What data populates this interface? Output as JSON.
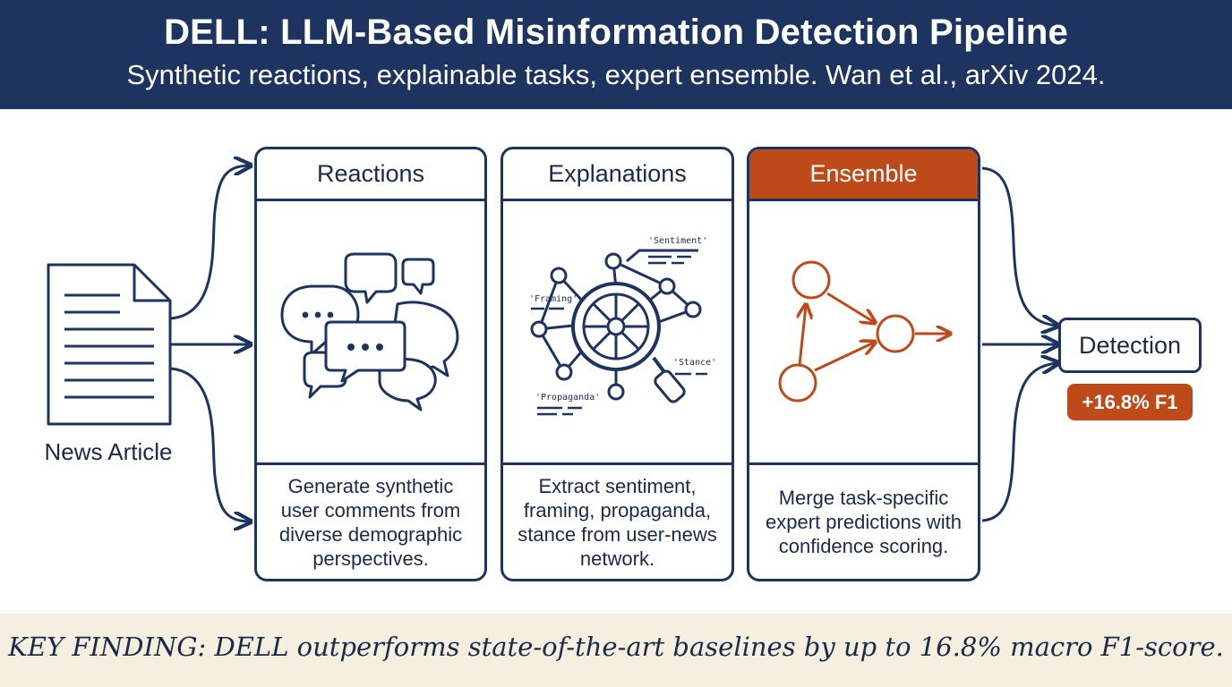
{
  "header": {
    "title": "DELL: LLM-Based Misinformation Detection Pipeline",
    "subtitle": "Synthetic reactions, explainable tasks, expert ensemble. Wan et al., arXiv 2024."
  },
  "input": {
    "label": "News Article"
  },
  "stages": [
    {
      "title": "Reactions",
      "description": "Generate synthetic user comments from diverse demographic perspectives."
    },
    {
      "title": "Explanations",
      "description": "Extract sentiment, framing, propaganda, stance from user-news network."
    },
    {
      "title": "Ensemble",
      "description": "Merge task-specific expert predictions with confidence scoring."
    }
  ],
  "explanation_tags": {
    "sentiment": "'Sentiment'",
    "framing": "'Framing'",
    "stance": "'Stance'",
    "propaganda": "'Propaganda'"
  },
  "output": {
    "label": "Detection",
    "badge": "+16.8% F1"
  },
  "footer": {
    "finding": "KEY FINDING: DELL outperforms state-of-the-art baselines by up to 16.8% macro F1-score."
  },
  "colors": {
    "navy": "#1d3461",
    "accent": "#bf4a19",
    "footer_bg": "#f5efe0"
  }
}
